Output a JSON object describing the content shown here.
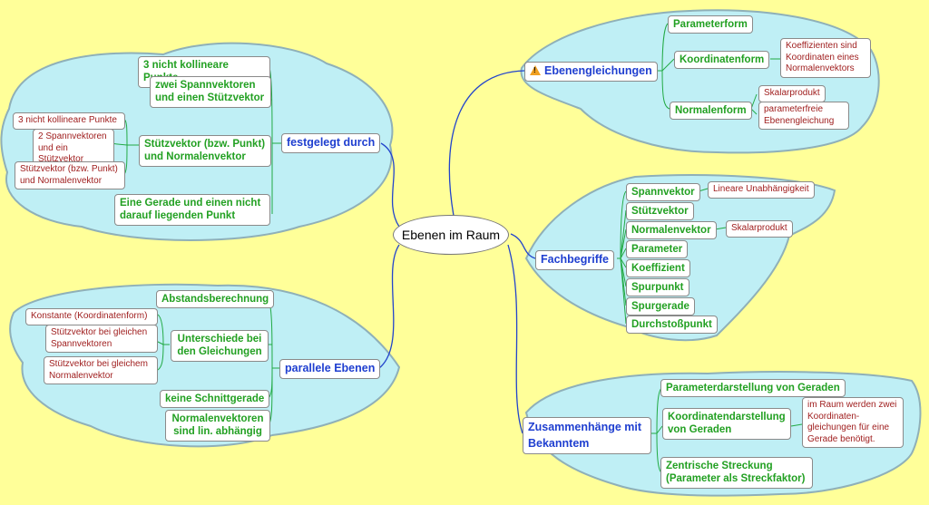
{
  "center": "Ebenen im Raum",
  "festgelegt": {
    "title": "festgelegt durch",
    "items": [
      "3 nicht kollineare Punkte",
      "zwei Spannvektoren und einen Stützvektor",
      "Stützvektor (bzw. Punkt) und Normalenvektor",
      "Eine Gerade und einen nicht darauf liegenden Punkt"
    ],
    "subs": [
      "3 nicht kollineare Punkte",
      "2 Spannvektoren und ein Stützvektor",
      "Stützvektor (bzw. Punkt) und Normalenvektor"
    ]
  },
  "parallel": {
    "title": "parallele Ebenen",
    "items": [
      "Abstandsberechnung",
      "Unterschiede bei den Gleichungen",
      "keine Schnittgerade",
      "Normalenvektoren sind lin. abhängig"
    ],
    "subs": [
      "Konstante (Koordinatenform)",
      "Stützvektor bei gleichen Spannvektoren",
      "Stützvektor bei gleichem Normalenvektor"
    ]
  },
  "ebenengleichungen": {
    "title": "Ebenengleichungen",
    "items": [
      "Parameterform",
      "Koordinatenform",
      "Normalenform"
    ],
    "subs": [
      "Koeffizienten sind Koordinaten eines Normalenvektors",
      "Skalarprodukt",
      "parameterfreie Ebenengleichung"
    ]
  },
  "fachbegriffe": {
    "title": "Fachbegriffe",
    "items": [
      "Spannvektor",
      "Stützvektor",
      "Normalenvektor",
      "Parameter",
      "Koeffizient",
      "Spurpunkt",
      "Spurgerade",
      "Durchstoßpunkt"
    ],
    "subs": [
      "Lineare Unabhängigkeit",
      "Skalarprodukt"
    ]
  },
  "zusammenhaenge": {
    "title": "Zusammenhänge mit Bekanntem",
    "items": [
      "Parameterdarstellung von Geraden",
      "Koordinatendarstellung von Geraden",
      "Zentrische Streckung (Parameter als Streckfaktor)"
    ],
    "subs": [
      "im Raum werden zwei Koordinaten-gleichungen für eine Gerade benötigt."
    ]
  }
}
